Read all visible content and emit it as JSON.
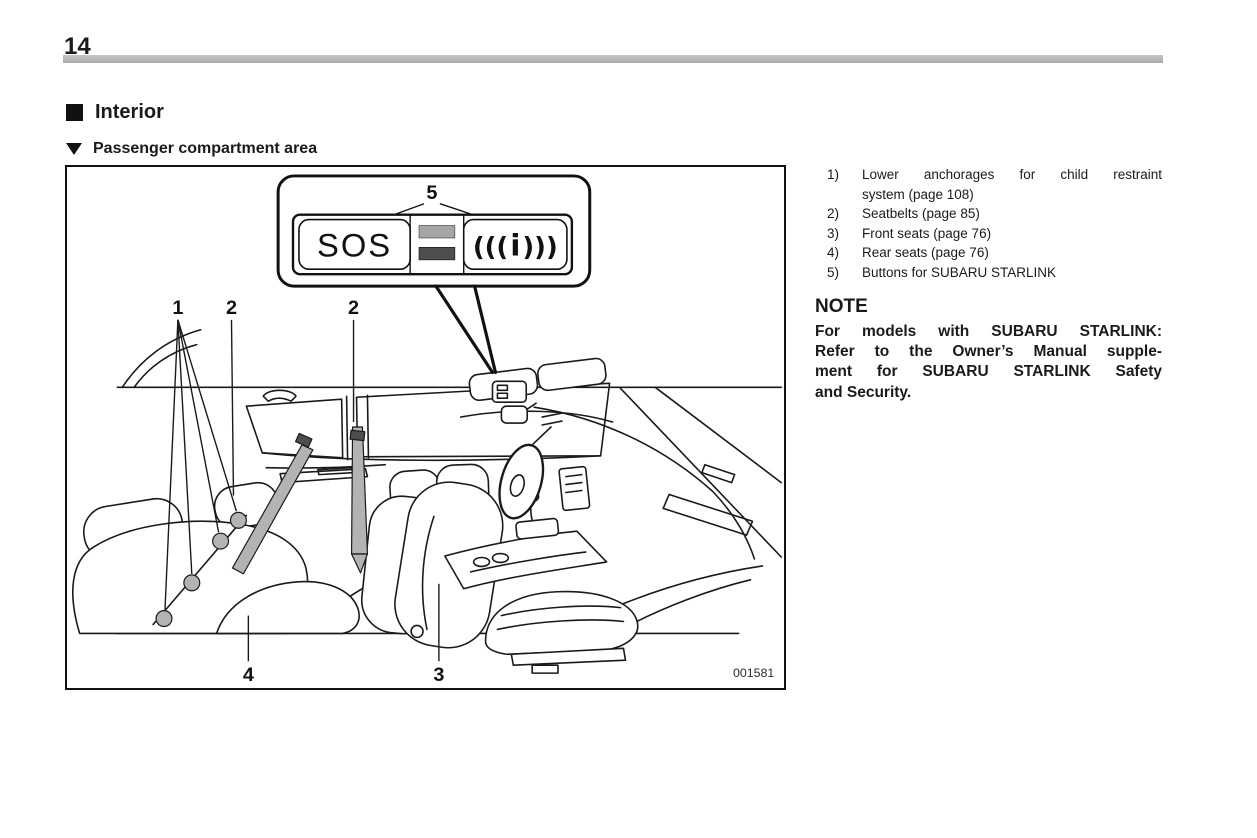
{
  "page": {
    "number": "14"
  },
  "headings": {
    "section": "Interior",
    "subsection": "Passenger compartment area"
  },
  "figure": {
    "code": "001581",
    "callouts": {
      "one": "1",
      "two": "2",
      "three": "3",
      "four": "4",
      "five": "5"
    },
    "panel": {
      "sos": "SOS",
      "icon_left": "(((",
      "icon_core": "i",
      "icon_right": ")))"
    },
    "colors": {
      "belt": "#b3b3b3",
      "anchor": "#b3b3b3",
      "bar_light": "#a6a6a6",
      "bar_dark": "#4e4e4e"
    }
  },
  "legend": {
    "items": [
      {
        "num": "1)",
        "lines": [
          "Lower anchorages for child restraint",
          "system (page 108)"
        ]
      },
      {
        "num": "2)",
        "lines": [
          "Seatbelts (page 85)"
        ]
      },
      {
        "num": "3)",
        "lines": [
          "Front seats (page 76)"
        ]
      },
      {
        "num": "4)",
        "lines": [
          "Rear seats (page 76)"
        ]
      },
      {
        "num": "5)",
        "lines": [
          "Buttons for SUBARU STARLINK"
        ]
      }
    ]
  },
  "note": {
    "heading": "NOTE",
    "lines": [
      "For models with SUBARU STARLINK:",
      "Refer to the Owner’s Manual supple-",
      "ment for SUBARU STARLINK Safety",
      "and Security."
    ]
  }
}
